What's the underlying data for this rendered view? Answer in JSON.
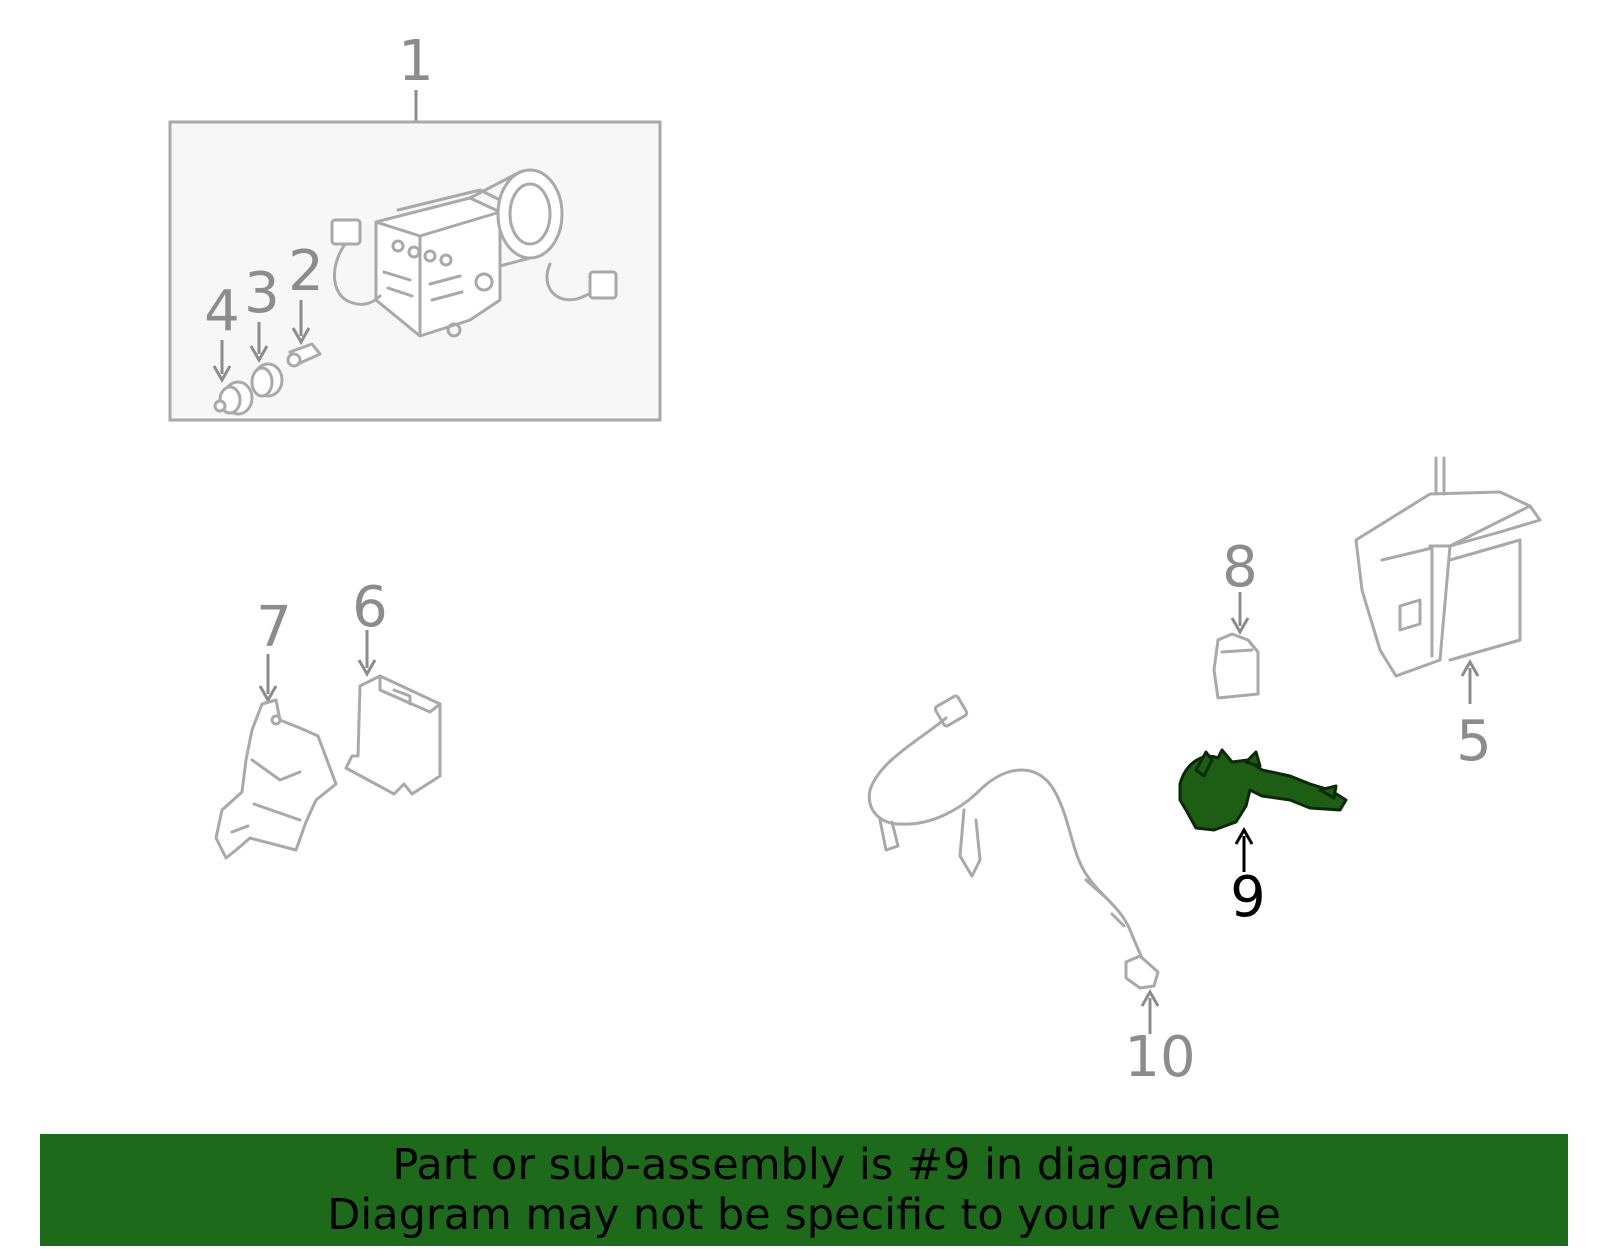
{
  "callouts": {
    "c1": "1",
    "c2": "2",
    "c3": "3",
    "c4": "4",
    "c5": "5",
    "c6": "6",
    "c7": "7",
    "c8": "8",
    "c9": "9",
    "c10": "10"
  },
  "highlighted_part": "9",
  "colors": {
    "highlight_fill": "#1d5e14",
    "banner_bg": "#1c6a1a",
    "line_gray": "#a9a9a9",
    "label_gray": "#8c8c8c",
    "inset_bg": "#f7f7f7"
  },
  "banner": {
    "line1": "Part or sub-assembly is #9 in diagram",
    "line2": "Diagram may not be specific to your vehicle"
  }
}
